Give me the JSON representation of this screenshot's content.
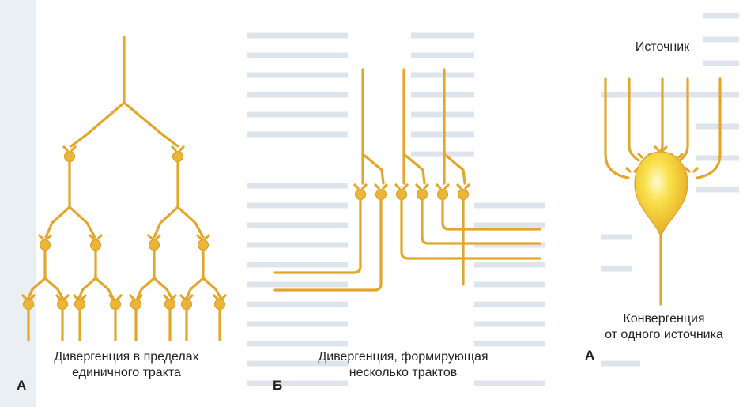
{
  "panel_a_left": {
    "caption_line1": "Дивергенция в пределах",
    "caption_line2": "единичного тракта",
    "letter": "А"
  },
  "panel_b": {
    "caption_line1": "Дивергенция, формирующая",
    "caption_line2": "несколько трактов",
    "letter": "Б"
  },
  "panel_a_right": {
    "top_label": "Источник",
    "caption_line1": "Конвергенция",
    "caption_line2": "от одного источника",
    "letter": "А"
  },
  "colors": {
    "axon": "#e3a62a",
    "soma_highlight": "#fff6a8",
    "soma_mid": "#f4d43a",
    "soma_dark": "#e0a41f",
    "background_text": "#d9e1ea"
  }
}
